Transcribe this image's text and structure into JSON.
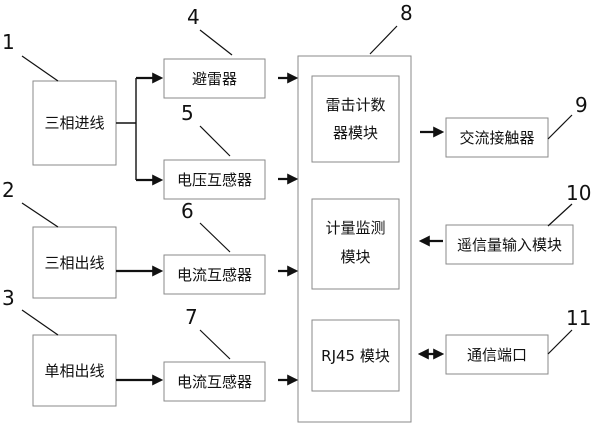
{
  "diagram": {
    "inputs": {
      "three_phase_in": "三相进线",
      "three_phase_out": "三相出线",
      "single_phase_out": "单相出线"
    },
    "devices": {
      "arrester": "避雷器",
      "voltage_transformer": "电压互感器",
      "current_transformer_1": "电流互感器",
      "current_transformer_2": "电流互感器"
    },
    "controller": {
      "lightning_counter_line1": "雷击计数",
      "lightning_counter_line2": "器模块",
      "metering_line1": "计量监测",
      "metering_line2": "模块",
      "rj45": "RJ45 模块"
    },
    "outputs": {
      "ac_contactor": "交流接触器",
      "remote_signal_input": "遥信量输入模块",
      "comm_port": "通信端口"
    },
    "numbers": {
      "n1": "1",
      "n2": "2",
      "n3": "3",
      "n4": "4",
      "n5": "5",
      "n6": "6",
      "n7": "7",
      "n8": "8",
      "n9": "9",
      "n10": "10",
      "n11": "11"
    }
  }
}
